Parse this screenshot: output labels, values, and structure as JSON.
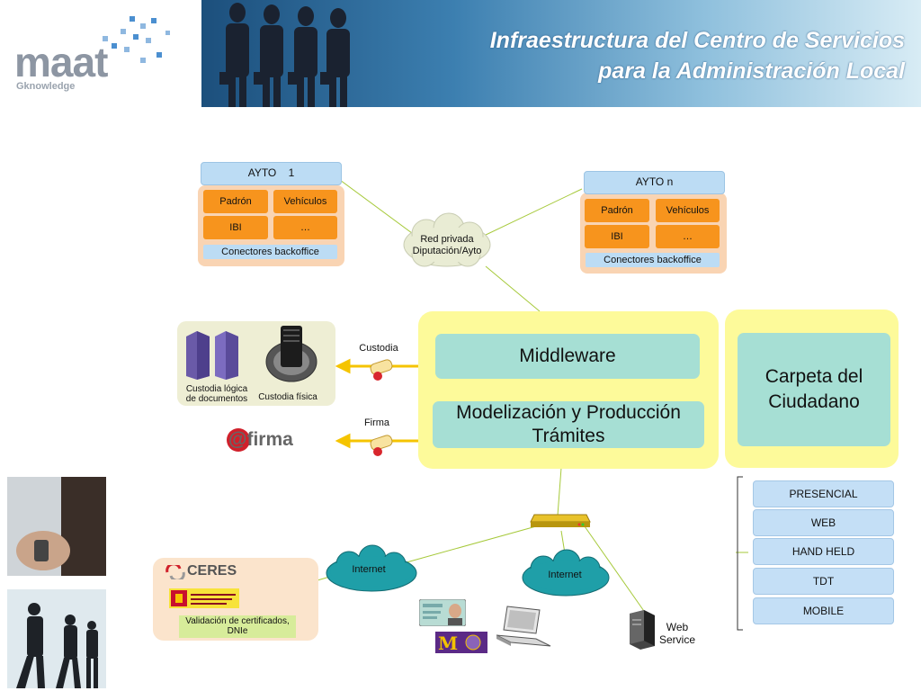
{
  "header": {
    "logo_word": "maat",
    "logo_sub": "Gknowledge",
    "title_line1": "Infraestructura del Centro de Servicios",
    "title_line2": "para la Administración Local"
  },
  "ayto1": {
    "title": "AYTO    1",
    "items": [
      "Padrón",
      "Vehículos",
      "IBI",
      "…"
    ],
    "connector": "Conectores backoffice"
  },
  "ayton": {
    "title": "AYTO n",
    "items": [
      "Padrón",
      "Vehículos",
      "IBI",
      "…"
    ],
    "connector": "Conectores backoffice"
  },
  "network": {
    "cloud_label": "Red privada Diputación/Ayto"
  },
  "custody": {
    "label": "Custodia",
    "logic_label": "Custodia lógica de documentos",
    "physical_label": "Custodia física"
  },
  "firma": {
    "label": "Firma",
    "logo_text": "@firma"
  },
  "core": {
    "middleware": "Middleware",
    "modelizacion": "Modelización y Producción Trámites",
    "carpeta": "Carpeta del Ciudadano"
  },
  "channels": [
    "PRESENCIAL",
    "WEB",
    "HAND HELD",
    "TDT",
    "MOBILE"
  ],
  "bottom": {
    "internet1": "Internet",
    "internet2": "Internet",
    "ceres": "CERES",
    "validation": "Validación de certificados, DNIe",
    "web_service": "Web Service"
  },
  "colors": {
    "orange": "#f7941d",
    "light_blue": "#bcdcf4",
    "yellow": "#fdfa9a",
    "teal": "#a6dfd4",
    "peach": "#f9d4b3"
  }
}
